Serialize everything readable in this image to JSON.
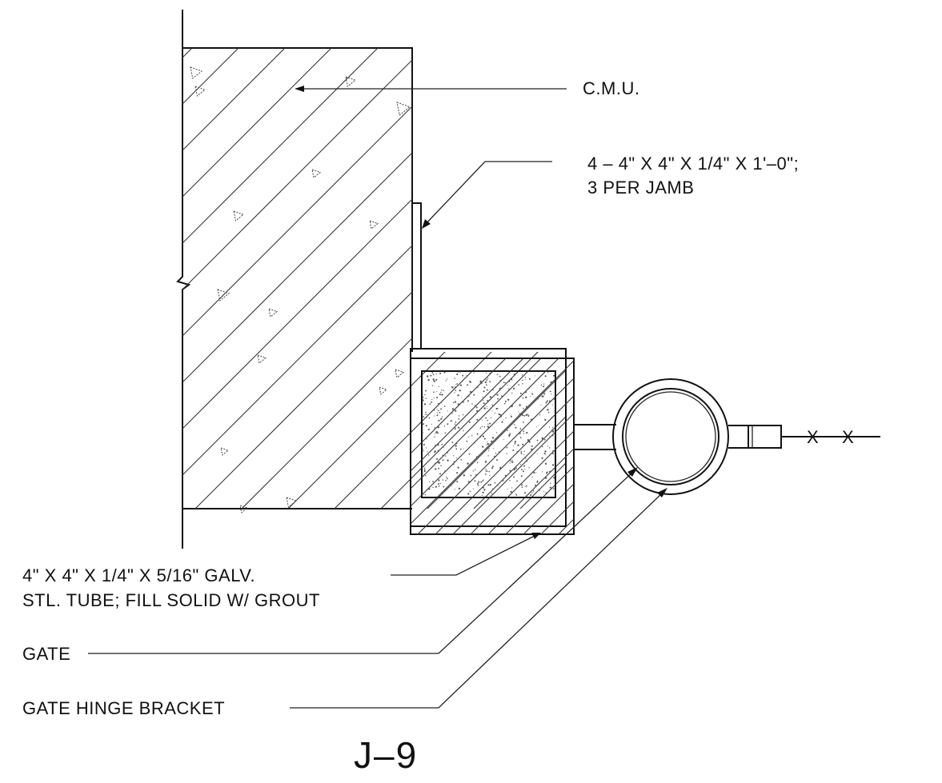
{
  "diagram": {
    "labels": {
      "cmu": "C.M.U.",
      "plate_line1": "4 – 4\" X 4\" X 1/4\" X 1'–0\";",
      "plate_line2": "3 PER JAMB",
      "tube_line1": "4\" X 4\" X 1/4\" X 5/16\" GALV.",
      "tube_line2": "STL. TUBE; FILL SOLID W/ GROUT",
      "gate": "GATE",
      "hinge": "GATE HINGE BRACKET"
    },
    "detail_id": "J–9",
    "fence_marks": [
      "X",
      "X"
    ]
  }
}
